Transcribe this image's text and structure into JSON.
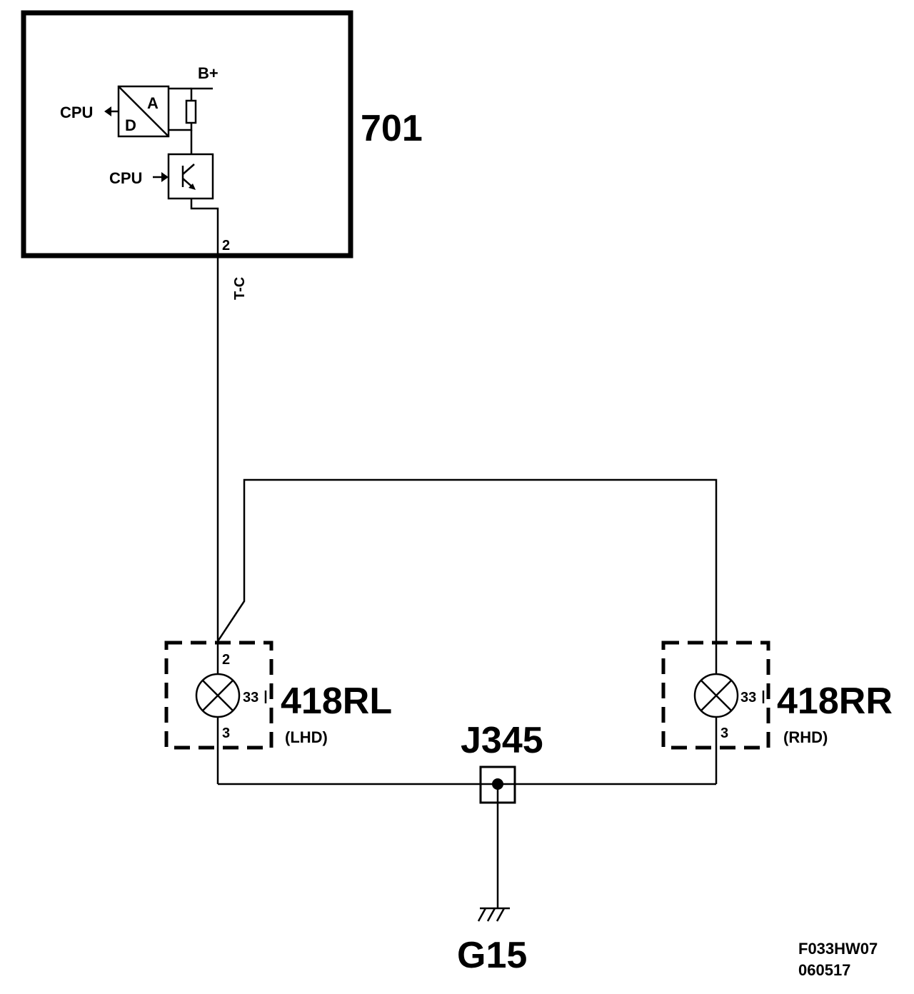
{
  "diagram": {
    "module": {
      "id": "701",
      "pin": "2",
      "wire_label": "T-C"
    },
    "internal": {
      "cpu_out_label": "CPU",
      "cpu_in_label": "CPU",
      "converter_a": "A",
      "converter_d": "D",
      "supply_label": "B+"
    },
    "lamp_left": {
      "id": "418RL",
      "note": "(LHD)",
      "pin_top": "2",
      "pin_bottom": "3",
      "rating": "33"
    },
    "lamp_right": {
      "id": "418RR",
      "note": "(RHD)",
      "pin_bottom": "3",
      "rating": "33"
    },
    "junction": {
      "id": "J345"
    },
    "ground": {
      "id": "G15"
    },
    "footer": {
      "code": "F033HW07",
      "date": "060517"
    }
  }
}
